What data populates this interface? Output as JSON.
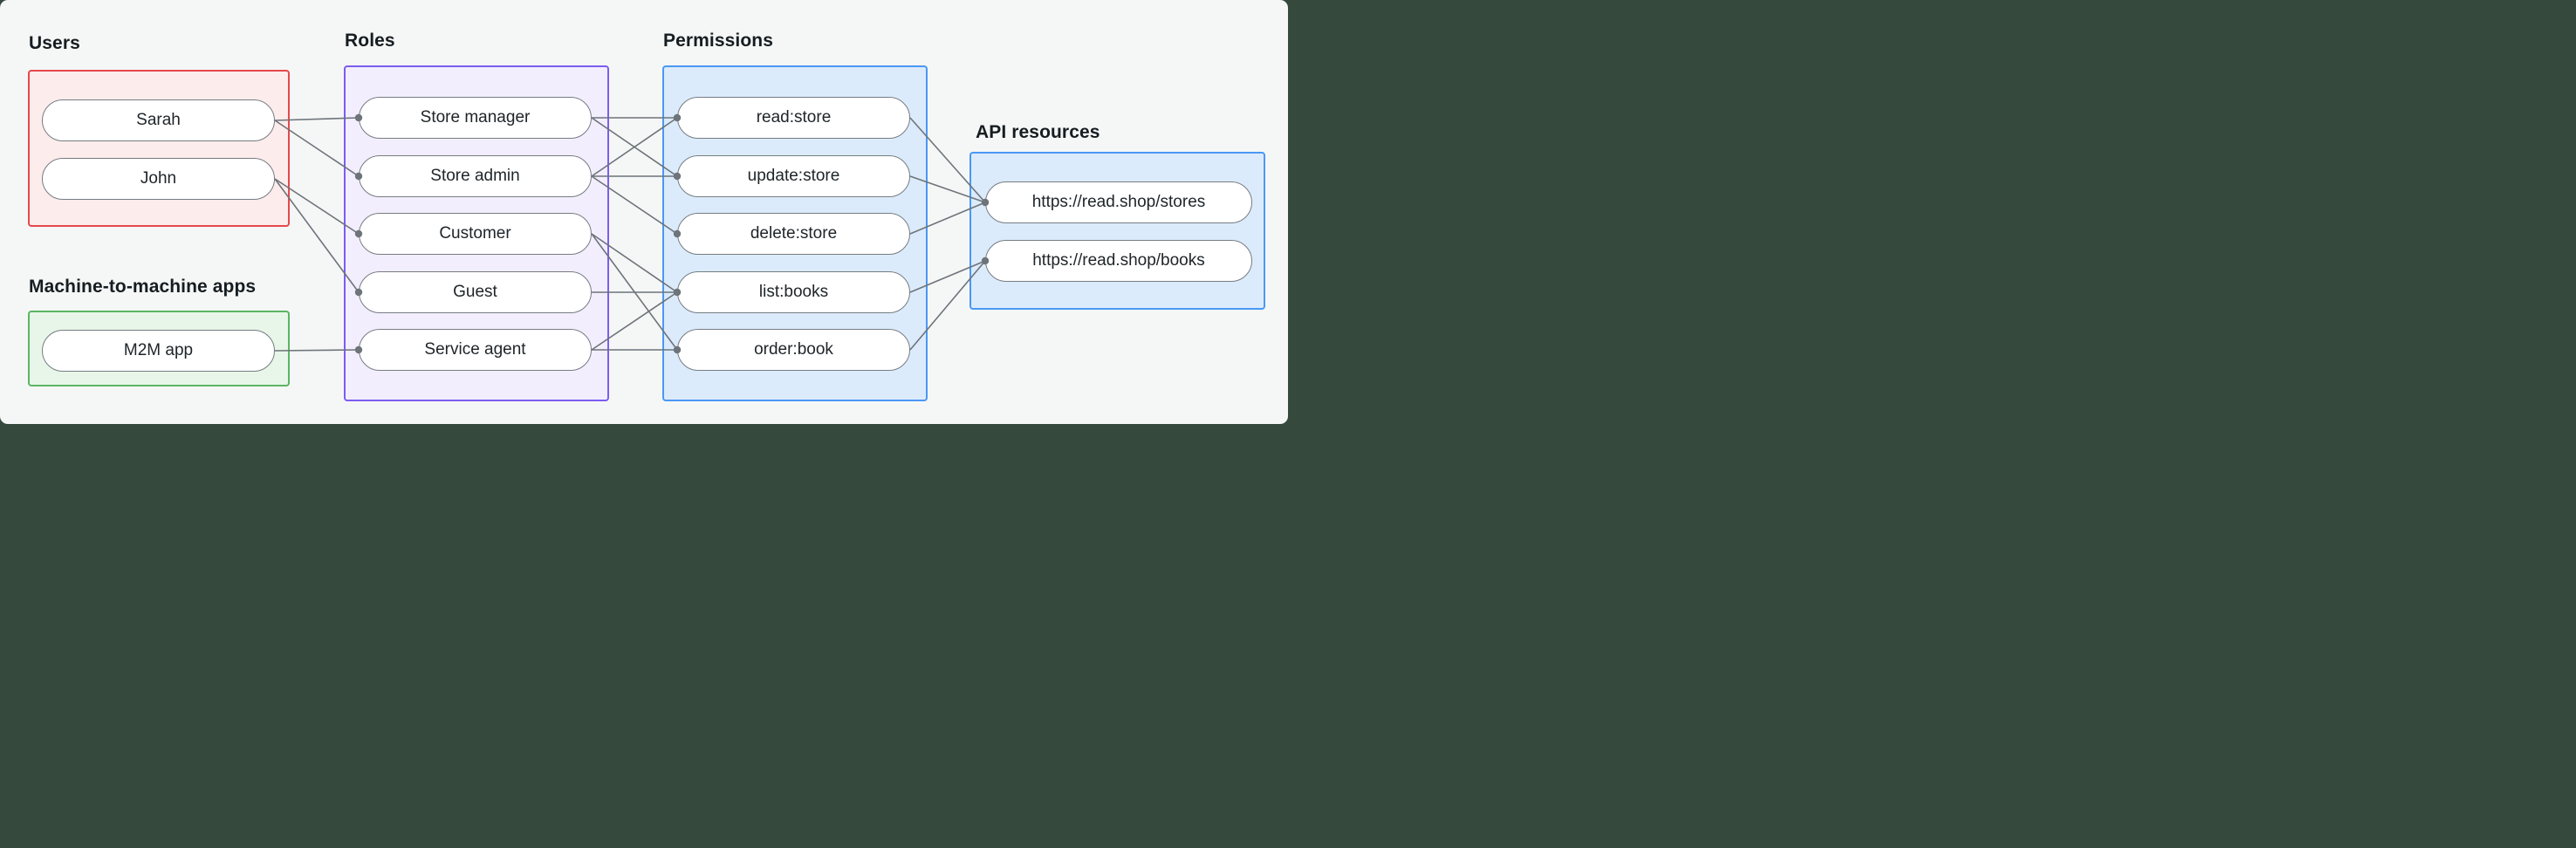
{
  "diagram": {
    "groups": {
      "users": {
        "label": "Users",
        "border_color": "#e5484d",
        "fill_color": "#fdecec",
        "items": {
          "sarah": {
            "label": "Sarah"
          },
          "john": {
            "label": "John"
          }
        }
      },
      "m2m": {
        "label": "Machine-to-machine apps",
        "border_color": "#5bb563",
        "fill_color": "#e8f6e9",
        "items": {
          "m2m_app": {
            "label": "M2M app"
          }
        }
      },
      "roles": {
        "label": "Roles",
        "border_color": "#7c5cf0",
        "fill_color": "#f3eefd",
        "items": {
          "store_manager": {
            "label": "Store manager"
          },
          "store_admin": {
            "label": "Store admin"
          },
          "customer": {
            "label": "Customer"
          },
          "guest": {
            "label": "Guest"
          },
          "service_agent": {
            "label": "Service agent"
          }
        }
      },
      "permissions": {
        "label": "Permissions",
        "border_color": "#4a98f5",
        "fill_color": "#dcebfb",
        "items": {
          "read_store": {
            "label": "read:store"
          },
          "update_store": {
            "label": "update:store"
          },
          "delete_store": {
            "label": "delete:store"
          },
          "list_books": {
            "label": "list:books"
          },
          "order_book": {
            "label": "order:book"
          }
        }
      },
      "api": {
        "label": "API resources",
        "border_color": "#4a98f5",
        "fill_color": "#dcebfb",
        "items": {
          "stores_api": {
            "label": "https://read.shop/stores"
          },
          "books_api": {
            "label": "https://read.shop/books"
          }
        }
      }
    },
    "edges": [
      {
        "from": "sarah",
        "to": "store_manager"
      },
      {
        "from": "sarah",
        "to": "store_admin"
      },
      {
        "from": "john",
        "to": "customer"
      },
      {
        "from": "john",
        "to": "guest"
      },
      {
        "from": "m2m_app",
        "to": "service_agent"
      },
      {
        "from": "store_manager",
        "to": "read_store"
      },
      {
        "from": "store_manager",
        "to": "update_store"
      },
      {
        "from": "store_admin",
        "to": "read_store"
      },
      {
        "from": "store_admin",
        "to": "update_store"
      },
      {
        "from": "store_admin",
        "to": "delete_store"
      },
      {
        "from": "customer",
        "to": "list_books"
      },
      {
        "from": "customer",
        "to": "order_book"
      },
      {
        "from": "guest",
        "to": "list_books"
      },
      {
        "from": "service_agent",
        "to": "list_books"
      },
      {
        "from": "service_agent",
        "to": "order_book"
      },
      {
        "from": "read_store",
        "to": "stores_api"
      },
      {
        "from": "update_store",
        "to": "stores_api"
      },
      {
        "from": "delete_store",
        "to": "stores_api"
      },
      {
        "from": "list_books",
        "to": "books_api"
      },
      {
        "from": "order_book",
        "to": "books_api"
      }
    ],
    "colors": {
      "edge": "#6d747a",
      "connection_dot": "#6d747a",
      "node_border": "#757c82",
      "node_fill": "#ffffff",
      "node_text": "#1e2428",
      "label_text": "#161d21",
      "canvas_bg": "#f5f7f6",
      "outer_bg": "#35493d"
    }
  }
}
